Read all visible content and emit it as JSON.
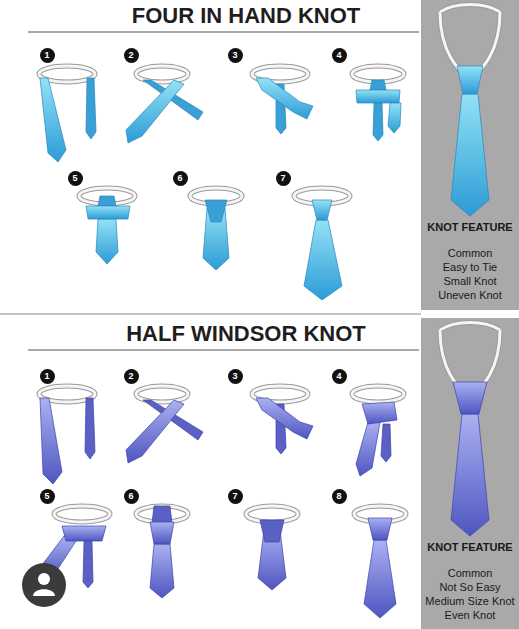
{
  "diagram": {
    "nodes": [
      {
        "text": [
          "1"
        ]
      },
      {
        "text": [
          "2"
        ]
      },
      {
        "text": [
          "3"
        ]
      },
      {
        "text": [
          "4"
        ]
      },
      {
        "text": [
          "5"
        ]
      },
      {
        "text": [
          "6"
        ]
      },
      {
        "text": [
          "7"
        ]
      },
      {
        "text": [
          "KNOT FEATURE",
          "Common",
          "Easy to Tie",
          "Small Knot",
          "Uneven Knot"
        ]
      },
      {
        "text": [
          "1"
        ]
      },
      {
        "text": [
          "2"
        ]
      },
      {
        "text": [
          "3"
        ]
      },
      {
        "text": [
          "4"
        ]
      },
      {
        "text": [
          "5"
        ]
      },
      {
        "text": [
          "6"
        ]
      },
      {
        "text": [
          "7"
        ]
      },
      {
        "text": [
          "8"
        ]
      },
      {
        "text": [
          "KNOT FEATURE",
          "Common",
          "Not So Easy",
          "Medium Size Knot",
          "Even Knot"
        ]
      }
    ],
    "labels": [
      "FOUR IN HAND KNOT",
      "HALF WINDSOR KNOT"
    ]
  }
}
